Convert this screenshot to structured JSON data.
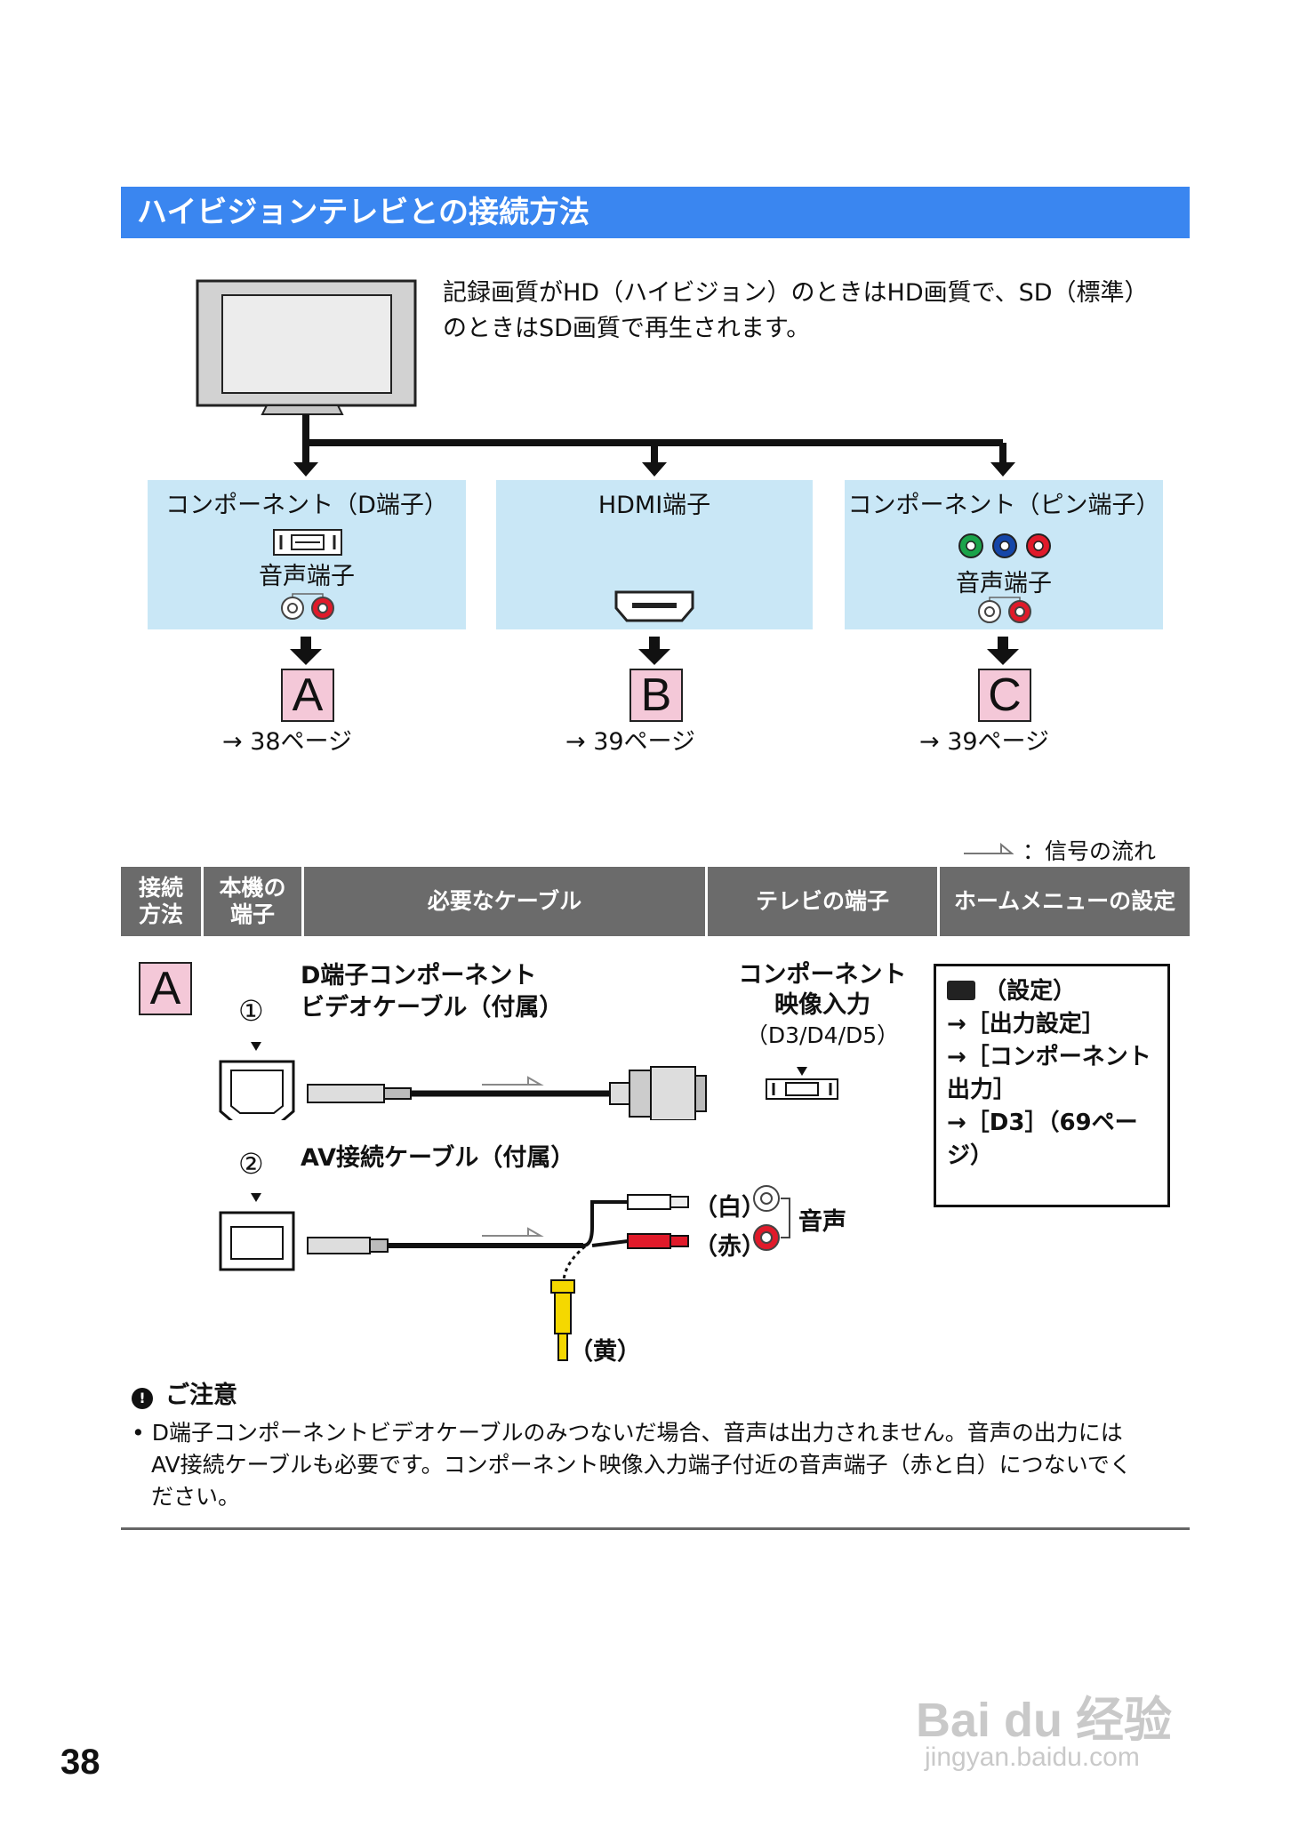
{
  "section_title": "ハイビジョンテレビとの接続方法",
  "intro_text_line1": "記録画質がHD（ハイビジョン）のときはHD画質で、SD（標準）",
  "intro_text_line2": "のときはSD画質で再生されます。",
  "connections": [
    {
      "label": "コンポーネント（D端子）",
      "audio_label": "音声端子",
      "letter": "A",
      "page_ref": "→ 38ページ"
    },
    {
      "label": "HDMI端子",
      "letter": "B",
      "page_ref": "→ 39ページ"
    },
    {
      "label": "コンポーネント（ピン端子）",
      "audio_label": "音声端子",
      "letter": "C",
      "page_ref": "→ 39ページ"
    }
  ],
  "legend_text": "：信号の流れ",
  "table_headers": {
    "method": [
      "接続",
      "方法"
    ],
    "device_port": [
      "本機の",
      "端子"
    ],
    "cable": "必要なケーブル",
    "tv_port": "テレビの端子",
    "menu": "ホームメニューの設定"
  },
  "row_a": {
    "letter": "A",
    "step1_num": "①",
    "step1_cable": [
      "D端子コンポーネント",
      "ビデオケーブル（付属）"
    ],
    "tv_input": [
      "コンポーネント",
      "映像入力",
      "（D3/D4/D5）"
    ],
    "step2_num": "②",
    "step2_cable": "AV接続ケーブル（付属）",
    "white_label": "（白）",
    "red_label": "（赤）",
    "yellow_label": "（黄）",
    "audio_label": "音声",
    "menu_lines": [
      "（設定）",
      "→［出力設定］",
      "→［コンポーネント",
      "出力］",
      "→［D3］（69ページ）"
    ]
  },
  "notes_heading": "ご注意",
  "notes_lines": [
    "• D端子コンポーネントビデオケーブルのみつないだ場合、音声は出力されません。音声の出力には",
    "AV接続ケーブルも必要です。コンポーネント映像入力端子付近の音声端子（赤と白）につないでく",
    "ださい。"
  ],
  "page_number": "38",
  "watermark_text": "Bai du 经验",
  "watermark_url": "jingyan.baidu.com",
  "colors": {
    "title_bar": "#3a86f0",
    "blue_box": "#c9e7f6",
    "letter_bg": "#f4c8d8",
    "table_header": "#6b6b6b"
  }
}
